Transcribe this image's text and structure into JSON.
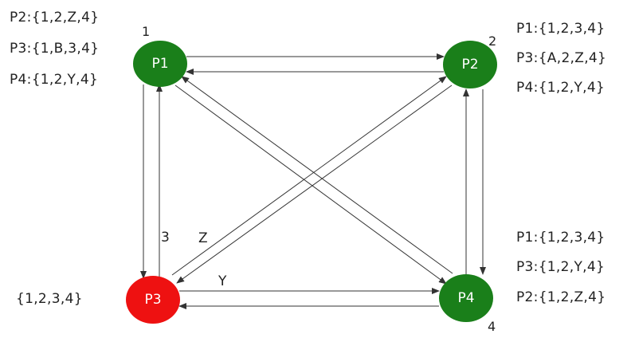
{
  "colors": {
    "honest": "#1a7f1a",
    "faulty": "#ee1111",
    "edge": "#333333"
  },
  "nodes": [
    {
      "id": "P1",
      "label": "P1",
      "number": "1",
      "color": "#1a7f1a"
    },
    {
      "id": "P2",
      "label": "P2",
      "number": "2",
      "color": "#1a7f1a"
    },
    {
      "id": "P3",
      "label": "P3",
      "number": "",
      "color": "#ee1111"
    },
    {
      "id": "P4",
      "label": "P4",
      "number": "4",
      "color": "#1a7f1a"
    }
  ],
  "vectors": {
    "p1": [
      "P2:{1,2,Z,4}",
      "P3:{1,B,3,4}",
      "P4:{1,2,Y,4}"
    ],
    "p2": [
      "P1:{1,2,3,4}",
      "P3:{A,2,Z,4}",
      "P4:{1,2,Y,4}"
    ],
    "p3": [
      "{1,2,3,4}"
    ],
    "p4": [
      "P1:{1,2,3,4}",
      "P3:{1,2,Y,4}",
      "P2:{1,2,Z,4}"
    ]
  },
  "edge_labels": {
    "p1_p3": "3",
    "p3_p2": "Z",
    "p3_p4": "Y"
  }
}
